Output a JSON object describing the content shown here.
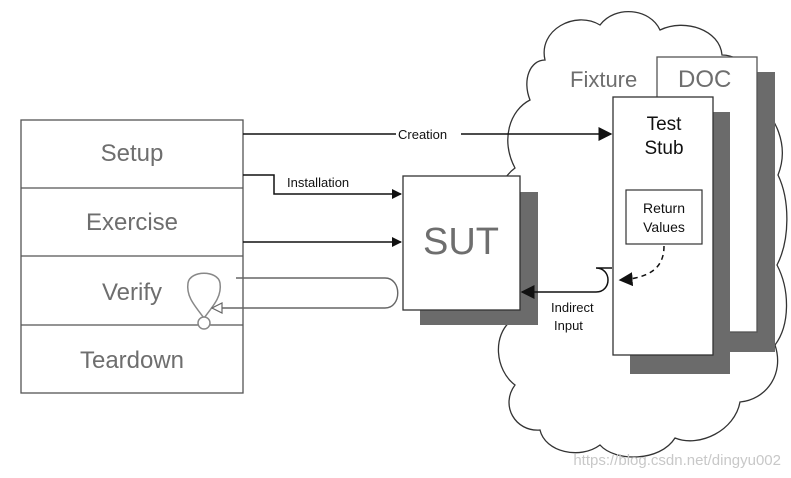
{
  "phases": {
    "setup": "Setup",
    "exercise": "Exercise",
    "verify": "Verify",
    "teardown": "Teardown"
  },
  "labels": {
    "creation": "Creation",
    "installation": "Installation",
    "sut": "SUT",
    "fixture": "Fixture",
    "doc": "DOC",
    "test_stub_line1": "Test",
    "test_stub_line2": "Stub",
    "return_values_line1": "Return",
    "return_values_line2": "Values",
    "indirect_input_line1": "Indirect",
    "indirect_input_line2": "Input"
  },
  "watermark": "https://blog.csdn.net/dingyu002",
  "colors": {
    "line": "#111111",
    "phase_text": "#6e6e6e",
    "shadow": "#6b6b6b",
    "box_border": "#555555",
    "watermark": "#c8c8c8"
  }
}
